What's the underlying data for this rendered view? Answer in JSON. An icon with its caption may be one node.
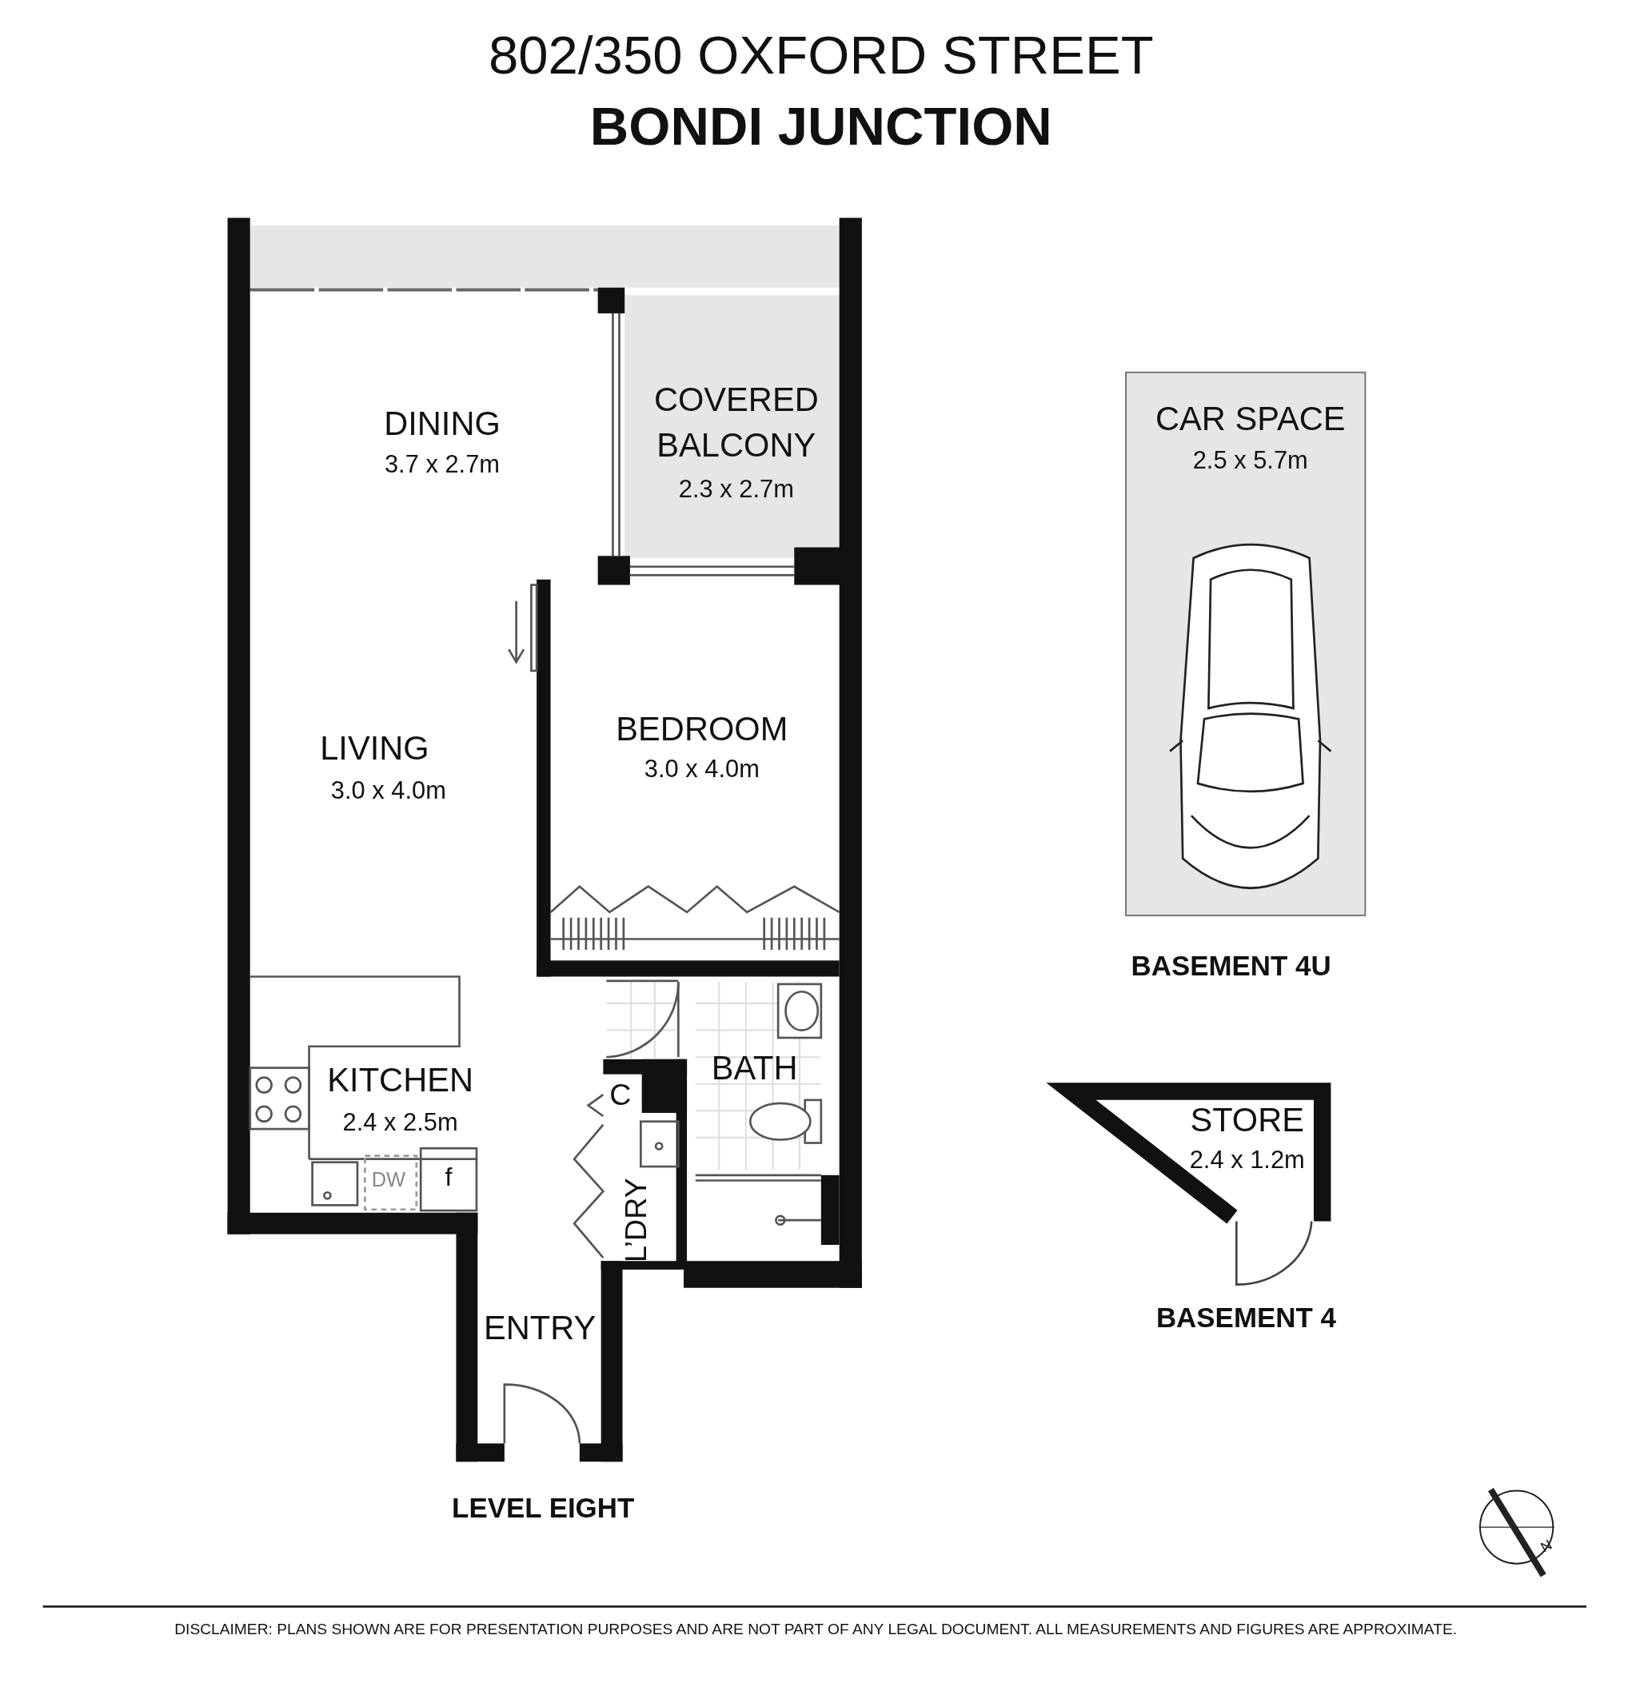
{
  "diagram": {
    "title": "802/350 OXFORD STREET",
    "labels": [
      "BONDI JUNCTION",
      "DINING",
      "3.7 x 2.7m",
      "COVERED BALCONY",
      "2.3 x 2.7m",
      "CAR SPACE",
      "2.5 x 5.7m",
      "BEDROOM",
      "3.0 x 4.0m",
      "LIVING",
      "3.0 x 4.0m",
      "BASEMENT 4U",
      "BATH",
      "KITCHEN",
      "2.4 x 2.5m",
      "C",
      "STORE",
      "2.4 x 1.2m",
      "DW",
      "f",
      "L’DRY",
      "BASEMENT 4",
      "ENTRY",
      "LEVEL EIGHT",
      "N"
    ],
    "caption": "DISCLAIMER:  PLANS SHOWN ARE FOR PRESENTATION PURPOSES AND ARE NOT PART OF ANY LEGAL DOCUMENT. ALL MEASUREMENTS AND FIGURES ARE APPROXIMATE."
  }
}
